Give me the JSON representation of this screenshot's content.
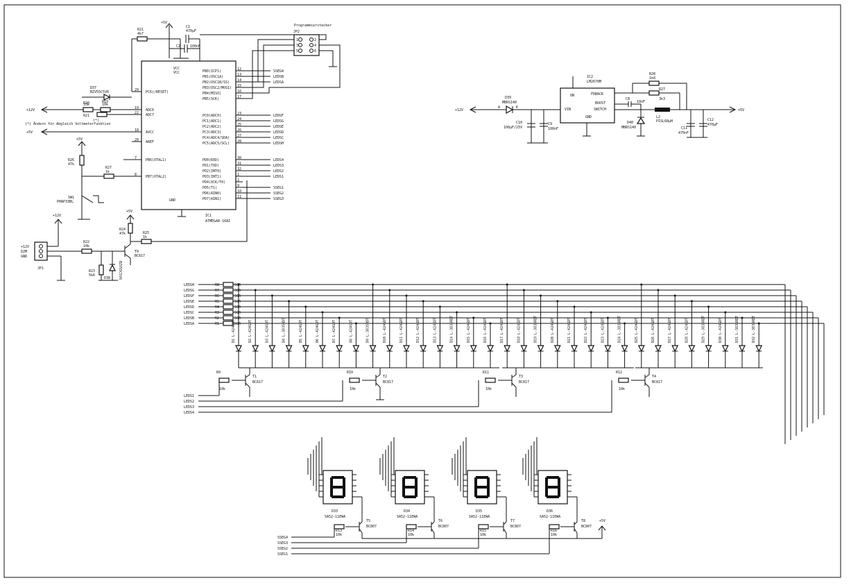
{
  "ic1": {
    "name": "IC1",
    "part": "ATMEGA8-16AI",
    "left_pins": [
      {
        "num": "29",
        "name": "PC6(/RESET)"
      },
      {
        "num": "19",
        "name": "ADC6"
      },
      {
        "num": "22",
        "name": "ADC7"
      },
      {
        "num": "18",
        "name": "AVCC"
      },
      {
        "num": "20",
        "name": "AREF"
      },
      {
        "num": "7",
        "name": "PB6(XTAL1)"
      },
      {
        "num": "8",
        "name": "PB7(XTAL2)"
      }
    ],
    "right_pins": [
      {
        "num": "12",
        "name": "PB0(ICP1)",
        "net": "SSEG4"
      },
      {
        "num": "13",
        "name": "PB1(OSC1A)",
        "net": "LEDSB"
      },
      {
        "num": "14",
        "name": "PB2(OSC1B/SS)",
        "net": "LEDSA"
      },
      {
        "num": "15",
        "name": "PB3(OSC2/MOSI)",
        "net": ""
      },
      {
        "num": "16",
        "name": "PB4(MISO)",
        "net": ""
      },
      {
        "num": "17",
        "name": "PB5(SCK)",
        "net": ""
      },
      {
        "num": "23",
        "name": "PC0(ADC0)",
        "net": "LEDSF"
      },
      {
        "num": "24",
        "name": "PC1(ADC1)",
        "net": "LEDSG"
      },
      {
        "num": "25",
        "name": "PC2(ADC2)",
        "net": "LEDSE"
      },
      {
        "num": "26",
        "name": "PC3(ADC3)",
        "net": "LEDSD"
      },
      {
        "num": "27",
        "name": "PC4(ADC4/SDA)",
        "net": "LEDSC"
      },
      {
        "num": "28",
        "name": "PC5(ADC5/SCL)",
        "net": "LEDSH"
      },
      {
        "num": "30",
        "name": "PD0(RXD)",
        "net": "LEDS4"
      },
      {
        "num": "31",
        "name": "PD1(TXD)",
        "net": "LEDS3"
      },
      {
        "num": "32",
        "name": "PD2(INT0)",
        "net": "LEDS2"
      },
      {
        "num": "1",
        "name": "PD3(INT1)",
        "net": "LEDS1"
      },
      {
        "num": "2",
        "name": "PD4(XCK/T0)",
        "net": ""
      },
      {
        "num": "9",
        "name": "PD5(T1)",
        "net": "SSEG1"
      },
      {
        "num": "10",
        "name": "PD6(AIN0)",
        "net": "SSEG2"
      },
      {
        "num": "11",
        "name": "PD7(AIN1)",
        "net": "SSEG3"
      }
    ],
    "supply": "+5V"
  },
  "top_left": {
    "r21": {
      "name": "R21",
      "value": "4k7"
    },
    "c1": {
      "name": "C1",
      "value": "470µF"
    },
    "c2": {
      "name": "C2",
      "value": "100nF"
    },
    "supply": "+5V"
  },
  "prog": {
    "title": "Programmierstecker",
    "name": "JP2",
    "pins": [
      "1",
      "2",
      "3",
      "4",
      "5",
      "6"
    ]
  },
  "divider": {
    "d37": {
      "name": "D37",
      "value": "BZV55C5V6"
    },
    "r20": {
      "name": "R20",
      "value": "33k"
    },
    "r19": {
      "name": "R19",
      "value": "10k"
    },
    "r21b": {
      "name": "R21",
      "value": "(*)"
    },
    "pos_label": "+12V",
    "neg_label": "+5V",
    "note": "(*) Ändern für Abgleich Voltmeterfunktion"
  },
  "switch": {
    "r26": {
      "name": "R26",
      "value": "47k"
    },
    "r27": {
      "name": "R27",
      "value": "1k"
    },
    "s": {
      "name": "SW1",
      "value": "PHAP33BL"
    },
    "supply": "+5V"
  },
  "power_in": {
    "jp1": {
      "name": "JP1",
      "labels": [
        "+12V",
        "D2M",
        "GND"
      ]
    },
    "r22": {
      "name": "R22",
      "value": "10k"
    },
    "r23": {
      "name": "R23",
      "value": "5k6"
    },
    "d38": {
      "name": "D38",
      "value": "BZV55C5V6"
    },
    "r24": {
      "name": "R24",
      "value": "47k"
    },
    "r25": {
      "name": "R25",
      "value": "1k"
    },
    "t9": {
      "name": "T9",
      "value": "BC817"
    },
    "supply12": "+12V",
    "supply5": "+5V"
  },
  "regulator": {
    "ic2": {
      "name": "IC2",
      "value": "LM2670M"
    },
    "pins": {
      "on": "ON",
      "vin": "VIN",
      "gnd": "GND",
      "fdback": "FDBACK",
      "boost": "BOOST",
      "switch": "SWITCH"
    },
    "d39": {
      "name": "D39",
      "value": "MBRS140",
      "a": "A",
      "k": "K"
    },
    "c10": {
      "name": "C10",
      "value": "100µF/25V"
    },
    "c9": {
      "name": "C9",
      "value": "100nF"
    },
    "r28": {
      "name": "R28",
      "value": "1k8"
    },
    "r27": {
      "name": "R27",
      "value": "3k3"
    },
    "c8": {
      "name": "C8",
      "value": "10nF"
    },
    "d40": {
      "name": "D40",
      "value": "MBRS140"
    },
    "l2": {
      "name": "L2",
      "value": "PISL68µH"
    },
    "c11": {
      "name": "C11",
      "value": "470nF"
    },
    "c12": {
      "name": "C12",
      "value": "470µF"
    },
    "in_label": "+12V",
    "out_label": "+5V"
  },
  "led_matrix": {
    "rows": [
      {
        "net": "LEDSH",
        "r": "R8",
        "v": "56R"
      },
      {
        "net": "LEDSG",
        "r": "R7",
        "v": "56R"
      },
      {
        "net": "LEDSF",
        "r": "R6",
        "v": "56R"
      },
      {
        "net": "LEDSE",
        "r": "R5",
        "v": "56R"
      },
      {
        "net": "LEDSD",
        "r": "R4",
        "v": "56R"
      },
      {
        "net": "LEDSC",
        "r": "R3",
        "v": "56R"
      },
      {
        "net": "LEDSB",
        "r": "R2",
        "v": "56R"
      },
      {
        "net": "LEDSA",
        "r": "R1",
        "v": "56R"
      }
    ],
    "diodes": [
      {
        "n": "D1",
        "v": "L-424GDT"
      },
      {
        "n": "D2",
        "v": "L-424GDT"
      },
      {
        "n": "D3",
        "v": "L-424GDT"
      },
      {
        "n": "D4",
        "v": "L-383SRDT"
      },
      {
        "n": "D5",
        "v": "L-424GDT"
      },
      {
        "n": "D6",
        "v": "L-424GDT"
      },
      {
        "n": "D7",
        "v": "L-424GDT"
      },
      {
        "n": "D8",
        "v": "L-424GDT"
      },
      {
        "n": "D9",
        "v": "L-383SRDT"
      },
      {
        "n": "D10",
        "v": "L-424GDT"
      },
      {
        "n": "D11",
        "v": "L-424GDT"
      },
      {
        "n": "D12",
        "v": "L-424GDT"
      },
      {
        "n": "D13",
        "v": "L-424GDT"
      },
      {
        "n": "D14",
        "v": "L-383SRDT"
      },
      {
        "n": "D15",
        "v": "L-424GDT"
      },
      {
        "n": "D16",
        "v": "L-424GDT"
      },
      {
        "n": "D17",
        "v": "L-424GDT"
      },
      {
        "n": "D18",
        "v": "L-424GDT"
      },
      {
        "n": "D19",
        "v": "L-383SRDT"
      },
      {
        "n": "D20",
        "v": "L-424GDT"
      },
      {
        "n": "D21",
        "v": "L-424GDT"
      },
      {
        "n": "D22",
        "v": "L-424GDT"
      },
      {
        "n": "D23",
        "v": "L-424GDT"
      },
      {
        "n": "D24",
        "v": "L-383SRDT"
      },
      {
        "n": "D25",
        "v": "L-424GDT"
      },
      {
        "n": "D26",
        "v": "L-424GDT"
      },
      {
        "n": "D27",
        "v": "L-424GDT"
      },
      {
        "n": "D28",
        "v": "L-424GDT"
      },
      {
        "n": "D29",
        "v": "L-383SRDT"
      },
      {
        "n": "D30",
        "v": "L-424GDT"
      },
      {
        "n": "D31",
        "v": "L-383SRDT"
      },
      {
        "n": "D32",
        "v": "L-383SRDT"
      }
    ],
    "drivers": [
      {
        "r": "R9",
        "rv": "10k",
        "t": "T1",
        "tv": "BC817"
      },
      {
        "r": "R10",
        "rv": "10k",
        "t": "T2",
        "tv": "BC817"
      },
      {
        "r": "R11",
        "rv": "10k",
        "t": "T3",
        "tv": "BC817"
      },
      {
        "r": "R12",
        "rv": "10k",
        "t": "T4",
        "tv": "BC817"
      }
    ],
    "select_nets": [
      "LEDS1",
      "LEDS2",
      "LEDS3",
      "LEDS4"
    ]
  },
  "seven_seg": {
    "displays": [
      {
        "n": "D33",
        "v": "SA52-11EWA",
        "r": "R13",
        "rv": "10k",
        "t": "T5",
        "tv": "BC807"
      },
      {
        "n": "D34",
        "v": "SA52-11EWA",
        "r": "R14",
        "rv": "10k",
        "t": "T6",
        "tv": "BC807"
      },
      {
        "n": "D35",
        "v": "SA52-11EWA",
        "r": "R15",
        "rv": "10k",
        "t": "T7",
        "tv": "BC807"
      },
      {
        "n": "D36",
        "v": "SA52-11EWA",
        "r": "R16",
        "rv": "10k",
        "t": "T8",
        "tv": "BC807"
      }
    ],
    "select_nets": [
      "SSEG4",
      "SSEG3",
      "SSEG2",
      "SSEG1"
    ],
    "supply": "+5V"
  }
}
